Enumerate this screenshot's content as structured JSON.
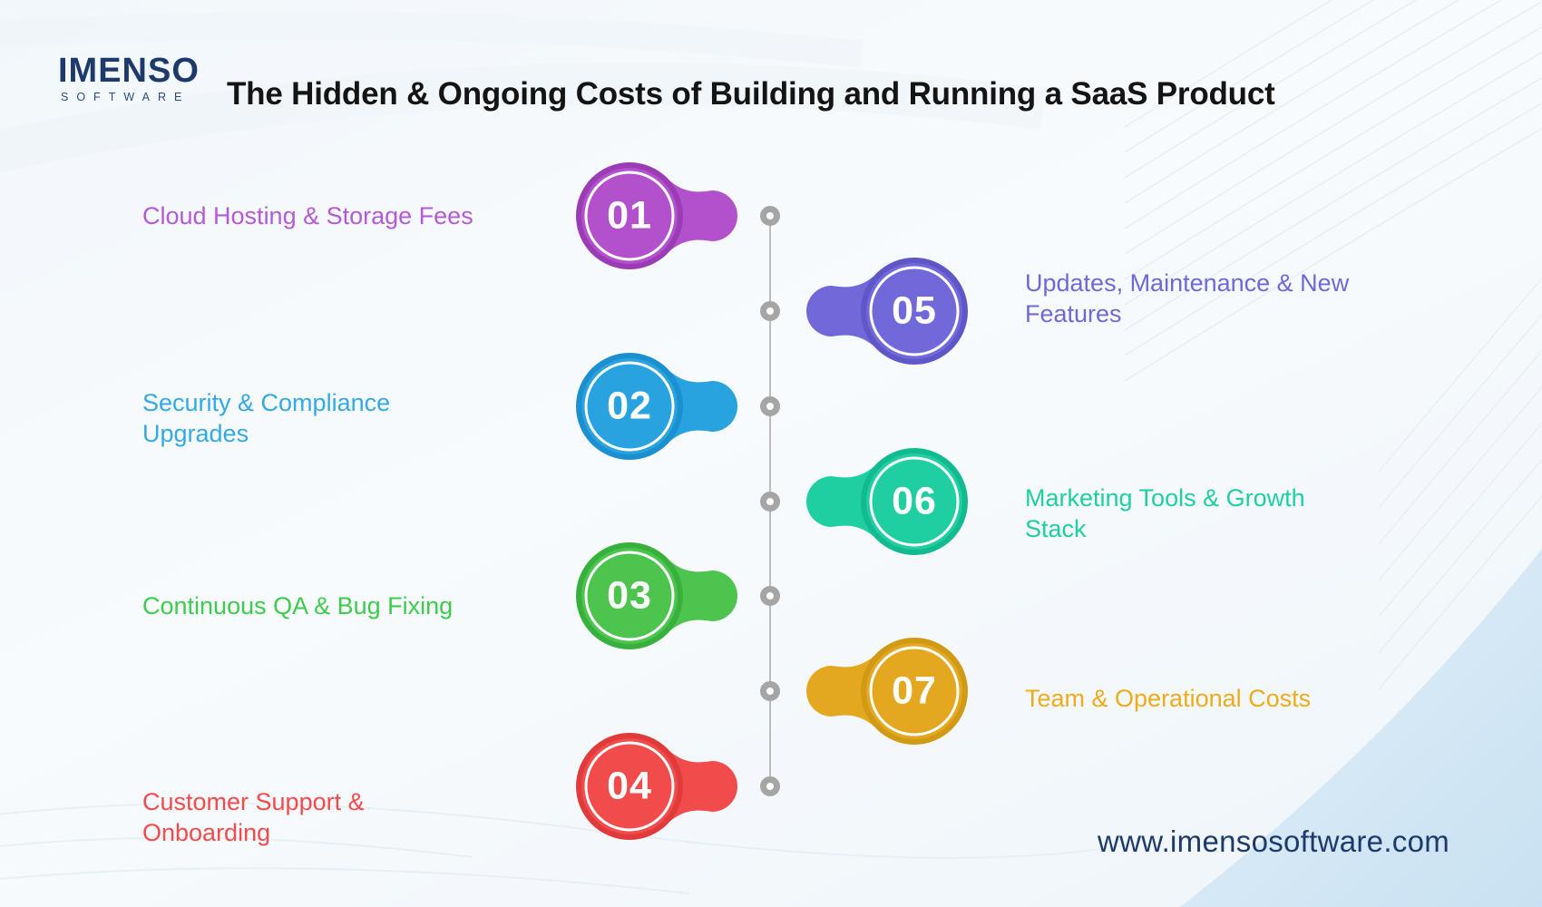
{
  "brand": {
    "name": "IMENSO",
    "tagline": "SOFTWARE"
  },
  "header": {
    "title": "The Hidden & Ongoing Costs of Building and Running a SaaS Product"
  },
  "footer": {
    "website": "www.imensosoftware.com"
  },
  "background": {
    "base": "#f3f7fb",
    "corner_wave": "#cde3f2",
    "line_color": "#bcbcbc",
    "node_color": "#a5a5a5"
  },
  "timeline": {
    "items": [
      {
        "number": "01",
        "label": "Cloud Hosting & Storage Fees",
        "side": "left",
        "color": "#b351cc",
        "color_dark": "#9c3bb6",
        "label_color": "#b55ad6"
      },
      {
        "number": "05",
        "label": "Updates, Maintenance & New Features",
        "side": "right",
        "color": "#7169d9",
        "color_dark": "#5f57c9",
        "label_color": "#6f68d8"
      },
      {
        "number": "02",
        "label": "Security & Compliance Upgrades",
        "side": "left",
        "color": "#29a2e0",
        "color_dark": "#1b8fd0",
        "label_color": "#33a9e4"
      },
      {
        "number": "06",
        "label": "Marketing Tools & Growth Stack",
        "side": "right",
        "color": "#1fcfa2",
        "color_dark": "#12bb8f",
        "label_color": "#1fcfa2"
      },
      {
        "number": "03",
        "label": "Continuous QA & Bug Fixing",
        "side": "left",
        "color": "#4cc44e",
        "color_dark": "#38b13c",
        "label_color": "#3ecb4d"
      },
      {
        "number": "07",
        "label": "Team & Operational Costs",
        "side": "right",
        "color": "#e3a81f",
        "color_dark": "#d09a14",
        "label_color": "#eeab1b"
      },
      {
        "number": "04",
        "label": "Customer Support & Onboarding",
        "side": "left",
        "color": "#f24b4b",
        "color_dark": "#e03a3a",
        "label_color": "#f34b4b"
      }
    ]
  }
}
